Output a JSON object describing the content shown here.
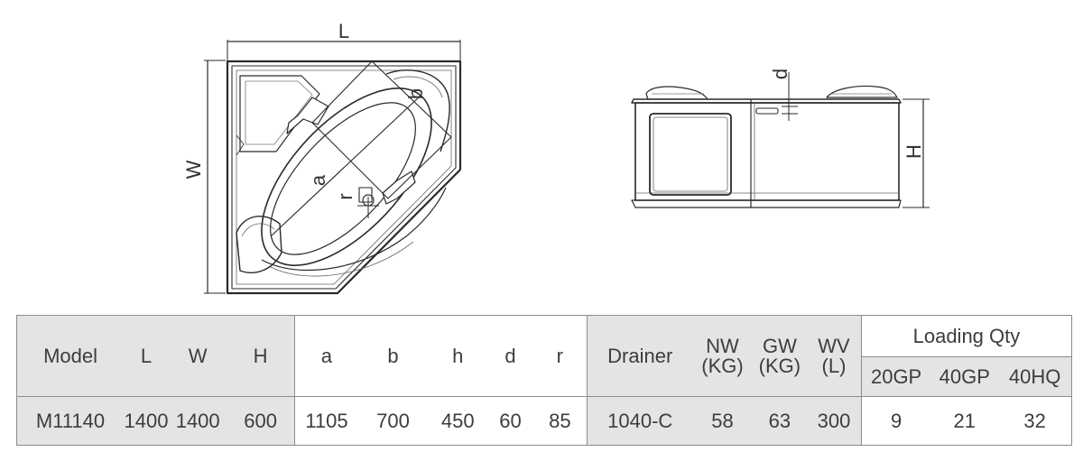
{
  "dimension_labels": {
    "L": "L",
    "W": "W",
    "a": "a",
    "b": "b",
    "r": "r",
    "d": "d",
    "H": "H"
  },
  "table": {
    "headers": {
      "model": "Model",
      "L": "L",
      "W": "W",
      "H": "H",
      "a": "a",
      "b": "b",
      "h": "h",
      "d": "d",
      "r": "r",
      "drainer": "Drainer",
      "nw": [
        "NW",
        "(KG)"
      ],
      "gw": [
        "GW",
        "(KG)"
      ],
      "wv": [
        "WV",
        "(L)"
      ],
      "loading_qty": "Loading Qty",
      "q20gp": "20GP",
      "q40gp": "40GP",
      "q40hq": "40HQ"
    },
    "row": {
      "model": "M11140",
      "L": "1400",
      "W": "1400",
      "H": "600",
      "a": "1105",
      "b": "700",
      "h": "450",
      "d": "60",
      "r": "85",
      "drainer": "1040-C",
      "nw": "58",
      "gw": "63",
      "wv": "300",
      "q20gp": "9",
      "q40gp": "21",
      "q40hq": "32"
    }
  }
}
